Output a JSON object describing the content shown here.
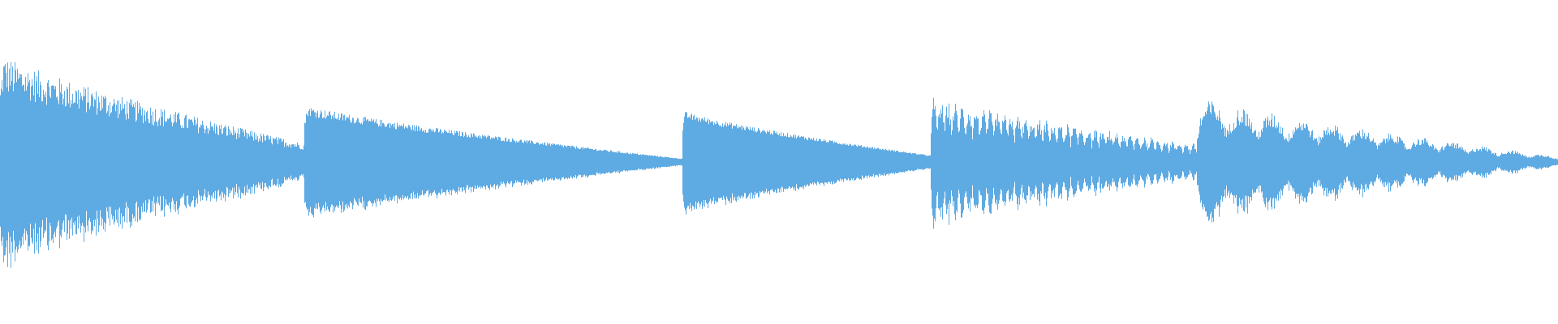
{
  "waveform": {
    "color": "#5eaae3",
    "background": "#ffffff",
    "peak_level": 0.58,
    "segments": [
      {
        "name": "segment-1",
        "start": 0.0,
        "end": 0.195,
        "amp_start": 0.58,
        "amp_end": 0.1,
        "pulses": 0,
        "jitter": 0.22
      },
      {
        "name": "segment-2",
        "start": 0.195,
        "end": 0.438,
        "amp_start": 0.34,
        "amp_end": 0.02,
        "pulses": 0,
        "jitter": 0.1
      },
      {
        "name": "segment-3",
        "start": 0.438,
        "end": 0.597,
        "amp_start": 0.31,
        "amp_end": 0.04,
        "pulses": 0,
        "jitter": 0.08
      },
      {
        "name": "segment-4",
        "start": 0.597,
        "end": 0.768,
        "amp_start": 0.37,
        "amp_end": 0.1,
        "pulses": 38,
        "jitter": 0.18
      },
      {
        "name": "segment-5",
        "start": 0.768,
        "end": 1.0,
        "amp_start": 0.36,
        "amp_end": 0.03,
        "pulses": 12,
        "jitter": 0.2
      }
    ]
  }
}
